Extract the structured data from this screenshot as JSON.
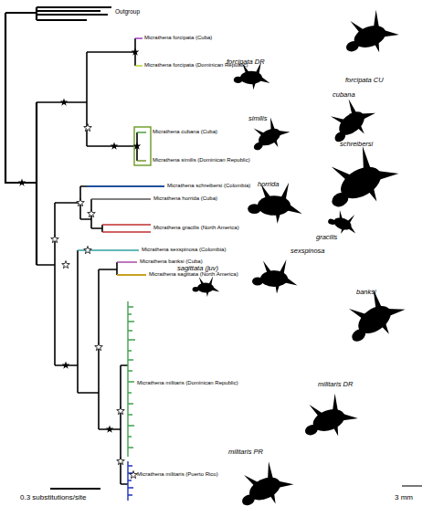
{
  "diagram": {
    "labels": [
      "Outgroup",
      "Micrathena forcipata (Cuba)",
      "Micrathena forcipata (Dominican Republic)",
      "Micrathena cubana (Cuba)",
      "Micrathena similis (Dominican Republic)",
      "Micrathena schreibersi (Colombia)",
      "Micrathena horrida (Cuba)",
      "Micrathena gracilis (North America)",
      "Micrathena sexspinosa (Colombia)",
      "Micrathena banksi (Cuba)",
      "Micrathena sagittata (North America)",
      "Micrathena militaris (Dominican Republic)",
      "Micrathena militaris (Puerto Rico)",
      "forcipata CU",
      "forcipata DR",
      "cubana",
      "similis",
      "schreibersi",
      "horrida",
      "gracilis",
      "sexspinosa",
      "banksi",
      "sagittata (juv)",
      "militaris DR",
      "militaris PR",
      "0.3 substitutions/site",
      "3 mm"
    ]
  }
}
